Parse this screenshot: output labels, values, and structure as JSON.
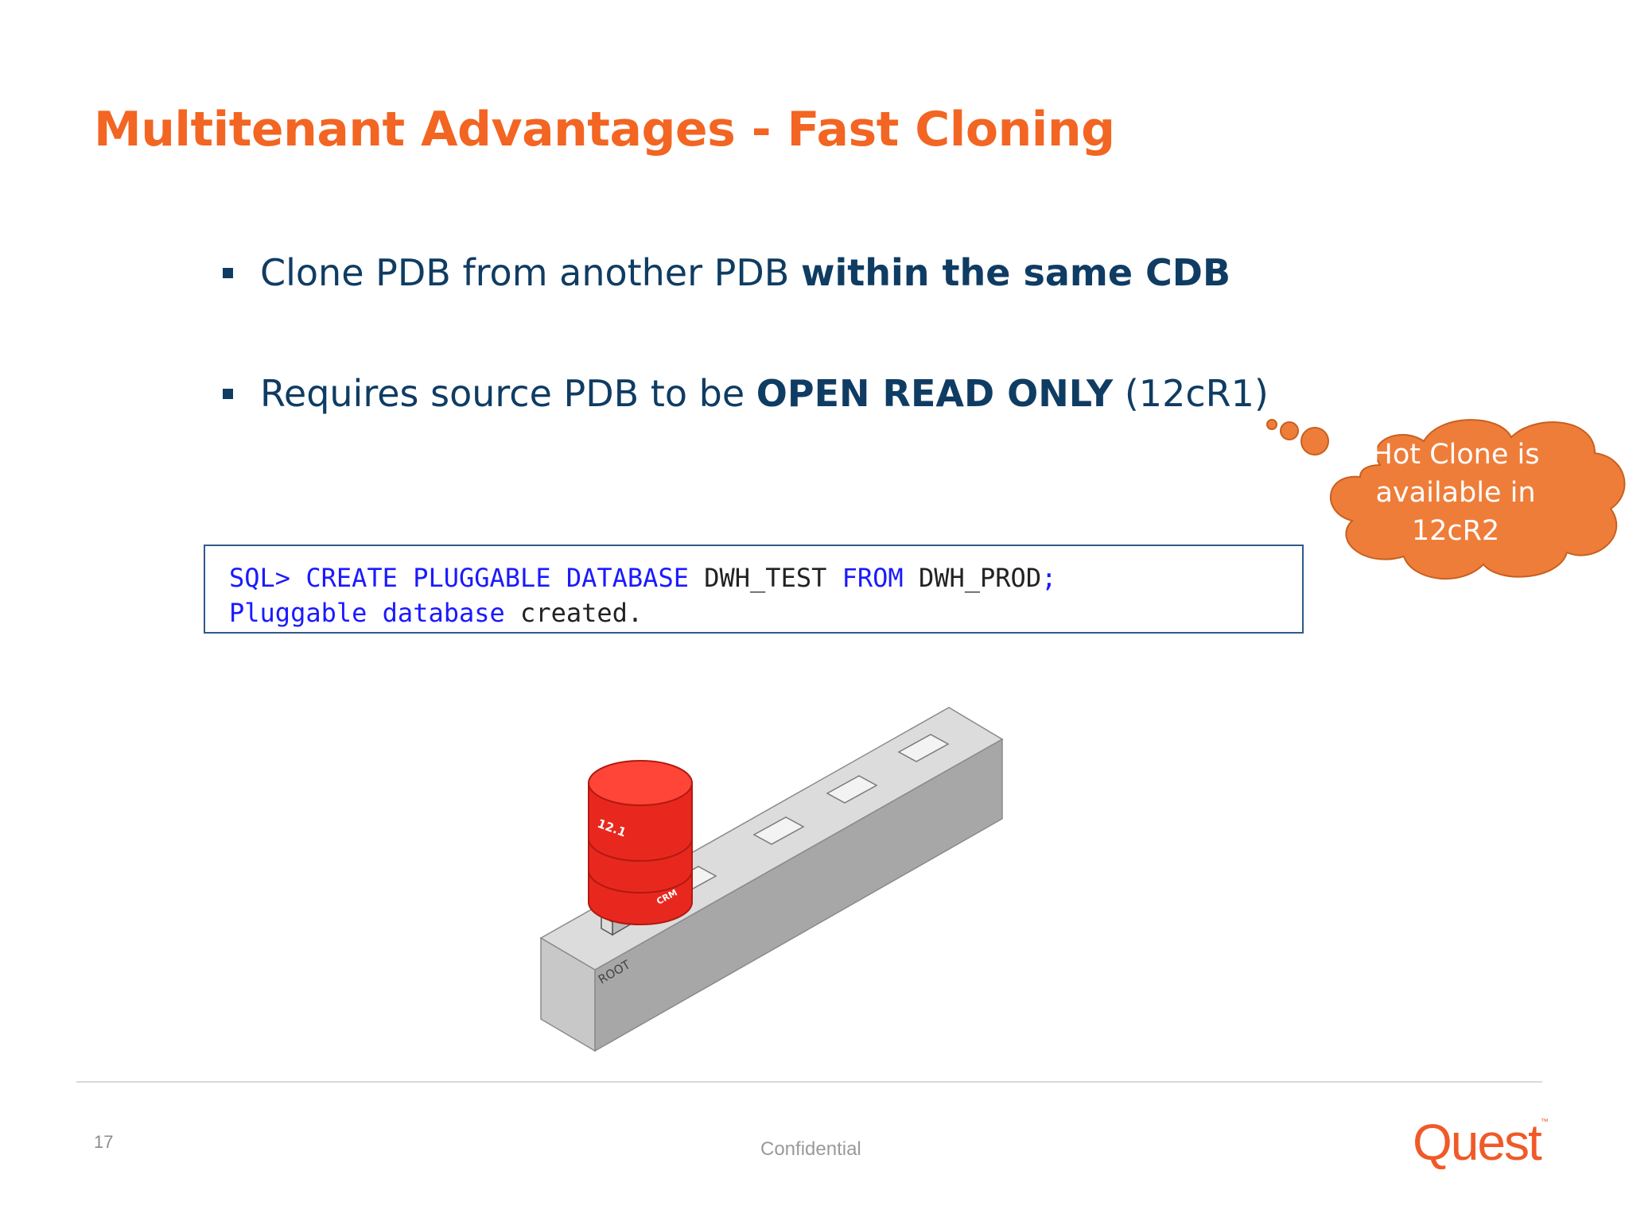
{
  "slide": {
    "title": "Multitenant Advantages - Fast Cloning",
    "bullets": [
      {
        "text": "Clone PDB from another PDB ",
        "bold": "within the same CDB",
        "suffix": ""
      },
      {
        "text": "Requires source PDB to be ",
        "bold": "OPEN READ ONLY",
        "suffix": " (12cR1)"
      }
    ],
    "callout": {
      "lines": [
        "Hot Clone is",
        "available in",
        "12cR2"
      ]
    },
    "code": {
      "line1": {
        "prompt": "SQL>",
        "kw1": "CREATE PLUGGABLE DATABASE",
        "id1": "DWH_TEST",
        "kw2": "FROM",
        "id2": "DWH_PROD",
        "end": ";"
      },
      "line2": {
        "kw": "Pluggable database",
        "rest": "created."
      }
    },
    "illustration": {
      "db_version": "12.1",
      "pdb_label": "CRM",
      "root_label": "ROOT"
    }
  },
  "footer": {
    "page_number": "17",
    "classification": "Confidential",
    "logo_text": "Quest",
    "logo_mark": "™"
  },
  "colors": {
    "title": "#f26522",
    "body": "#0f3c63",
    "callout_fill": "#ef7d3a",
    "code_keyword": "#1a1aff",
    "database_red": "#e8281e"
  }
}
